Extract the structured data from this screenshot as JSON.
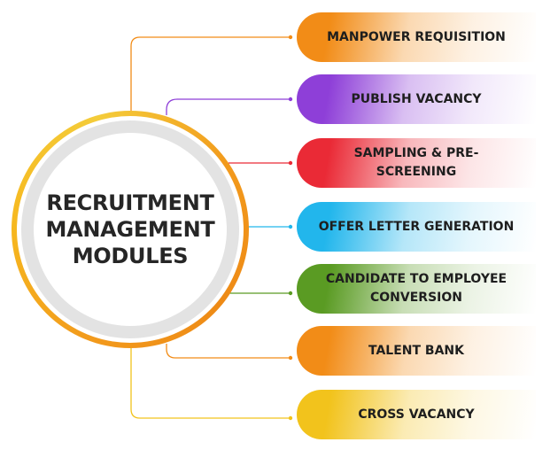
{
  "hub": {
    "title": "RECRUITMENT\nMANAGEMENT\nMODULES"
  },
  "modules": [
    {
      "label": "MANPOWER REQUISITION",
      "color": "#f28c17"
    },
    {
      "label": "PUBLISH VACANCY",
      "color": "#8e3fd8"
    },
    {
      "label": "SAMPLING & PRE-\nSCREENING",
      "color": "#ea2a36"
    },
    {
      "label": "OFFER LETTER GENERATION",
      "color": "#22b6ec"
    },
    {
      "label": "CANDIDATE TO EMPLOYEE\nCONVERSION",
      "color": "#5a9b23"
    },
    {
      "label": "TALENT BANK",
      "color": "#f28c17"
    },
    {
      "label": "CROSS VACANCY",
      "color": "#f2c31c"
    }
  ]
}
